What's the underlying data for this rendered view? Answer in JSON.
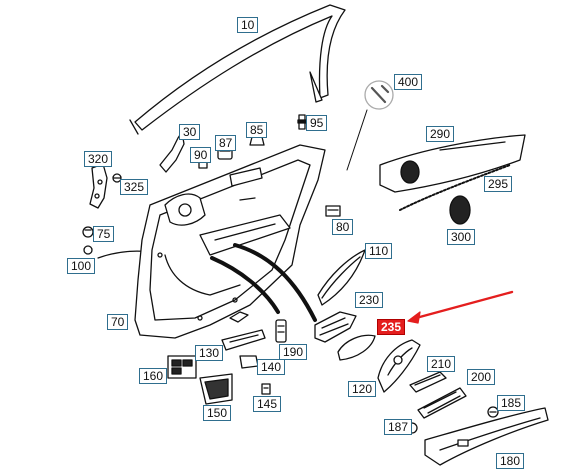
{
  "callouts": {
    "c10": "10",
    "c400": "400",
    "c30": "30",
    "c87": "87",
    "c85": "85",
    "c95": "95",
    "c290": "290",
    "c320": "320",
    "c90": "90",
    "c325": "325",
    "c295": "295",
    "c80": "80",
    "c75": "75",
    "c300": "300",
    "c110": "110",
    "c100": "100",
    "c230": "230",
    "c70": "70",
    "c235": "235",
    "c130": "130",
    "c190": "190",
    "c210": "210",
    "c160": "160",
    "c140": "140",
    "c200": "200",
    "c120": "120",
    "c185": "185",
    "c150": "150",
    "c145": "145",
    "c187": "187",
    "c180": "180"
  },
  "highlight_color": "#e41e1e",
  "label_border_color": "#2f6e8e"
}
